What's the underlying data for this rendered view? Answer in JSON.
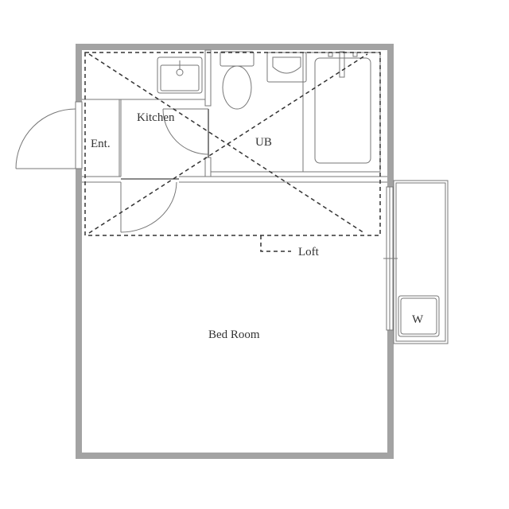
{
  "floor_plan": {
    "rooms": {
      "kitchen": "Kitchen",
      "entrance": "Ent.",
      "bathroom": "UB",
      "bedroom": "Bed Room",
      "loft": "Loft",
      "washer": "W"
    },
    "colors": {
      "wall": "#a3a3a3",
      "line": "#777777",
      "text": "#333333"
    }
  }
}
